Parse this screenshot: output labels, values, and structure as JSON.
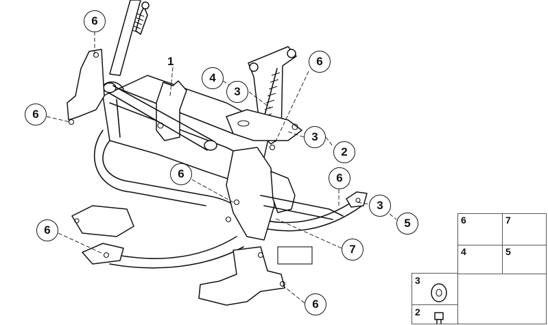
{
  "callouts": {
    "c1": "1",
    "c2": "2",
    "c3a": "3",
    "c3b": "3",
    "c3c": "3",
    "c4": "4",
    "c5": "5",
    "c6a": "6",
    "c6b": "6",
    "c6c": "6",
    "c6d": "6",
    "c6e": "6",
    "c6f": "6",
    "c6g": "6",
    "c7": "7"
  },
  "legend": {
    "cell_6": "6",
    "cell_7": "7",
    "cell_4": "4",
    "cell_5": "5",
    "cell_3": "3",
    "cell_2": "2"
  },
  "icons": [
    "clip-nut-icon",
    "spring-nut-icon",
    "hex-nut-icon",
    "screw-icon",
    "washer-icon",
    "bolt-icon",
    "motorcycle-silhouette-icon"
  ]
}
